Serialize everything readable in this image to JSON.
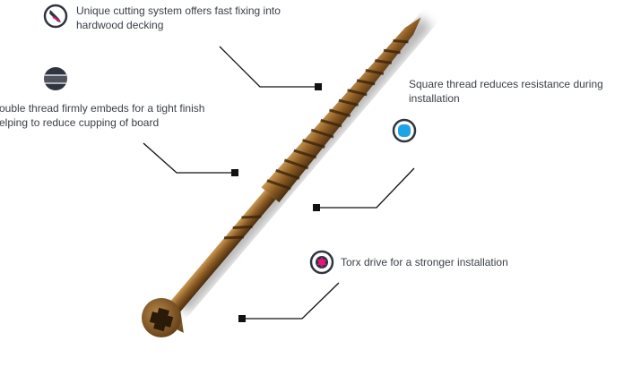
{
  "callouts": [
    {
      "text_line1": "Unique cutting system offers fast fixing into",
      "text_line2": "hardwood decking",
      "icon": "cutting-tip-icon"
    },
    {
      "text_line1": "ouble thread firmly embeds for a tight finish",
      "text_line2": "elping to reduce cupping of board",
      "icon": "double-thread-icon"
    },
    {
      "text_line1": "Square thread reduces resistance during",
      "text_line2": "installation",
      "icon": "square-thread-icon"
    },
    {
      "text_line1": "Torx drive for a stronger installation",
      "icon": "torx-drive-icon"
    }
  ],
  "colors": {
    "dark": "#2f3540",
    "blue": "#1ea4e6",
    "magenta": "#e4157c",
    "screw": "#8a5a22"
  }
}
